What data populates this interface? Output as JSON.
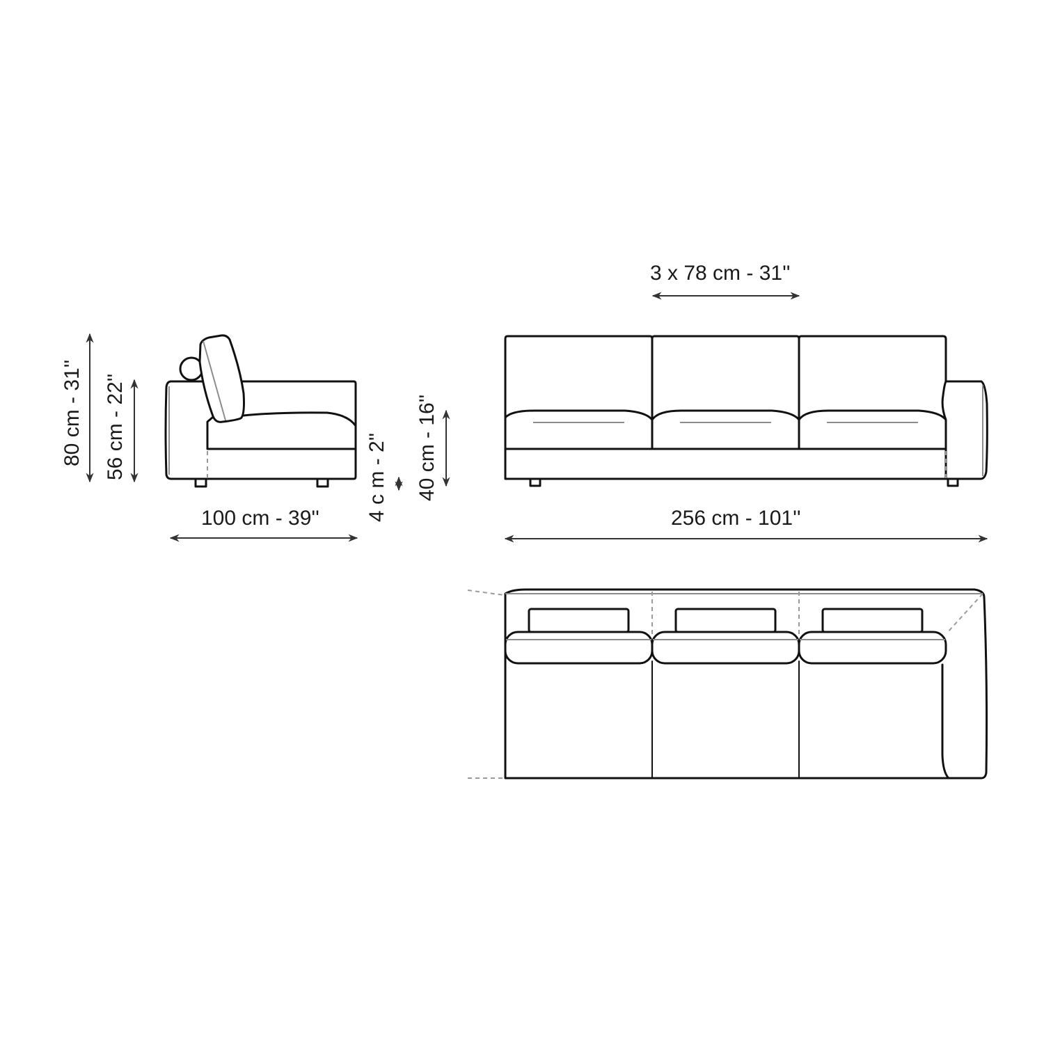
{
  "diagram": {
    "type": "sofa-dimension-drawing",
    "views": [
      "side-view",
      "front-view",
      "top-view"
    ],
    "colors": {
      "outline": "#111111",
      "background": "#ffffff",
      "hidden_line": "#9a9a9a",
      "dimension_line": "#333333"
    }
  },
  "dimensions": {
    "total_height": "80 cm - 31''",
    "armrest_height": "56 cm - 22''",
    "depth": "100 cm - 39''",
    "leg_height": "4 c m - 2''",
    "seat_height": "40 cm - 16''",
    "seat_width": "3 x 78 cm - 31''",
    "total_width": "256 cm - 101''"
  },
  "front_view": {
    "seat_count": 3
  },
  "top_view": {
    "seat_count": 3
  }
}
